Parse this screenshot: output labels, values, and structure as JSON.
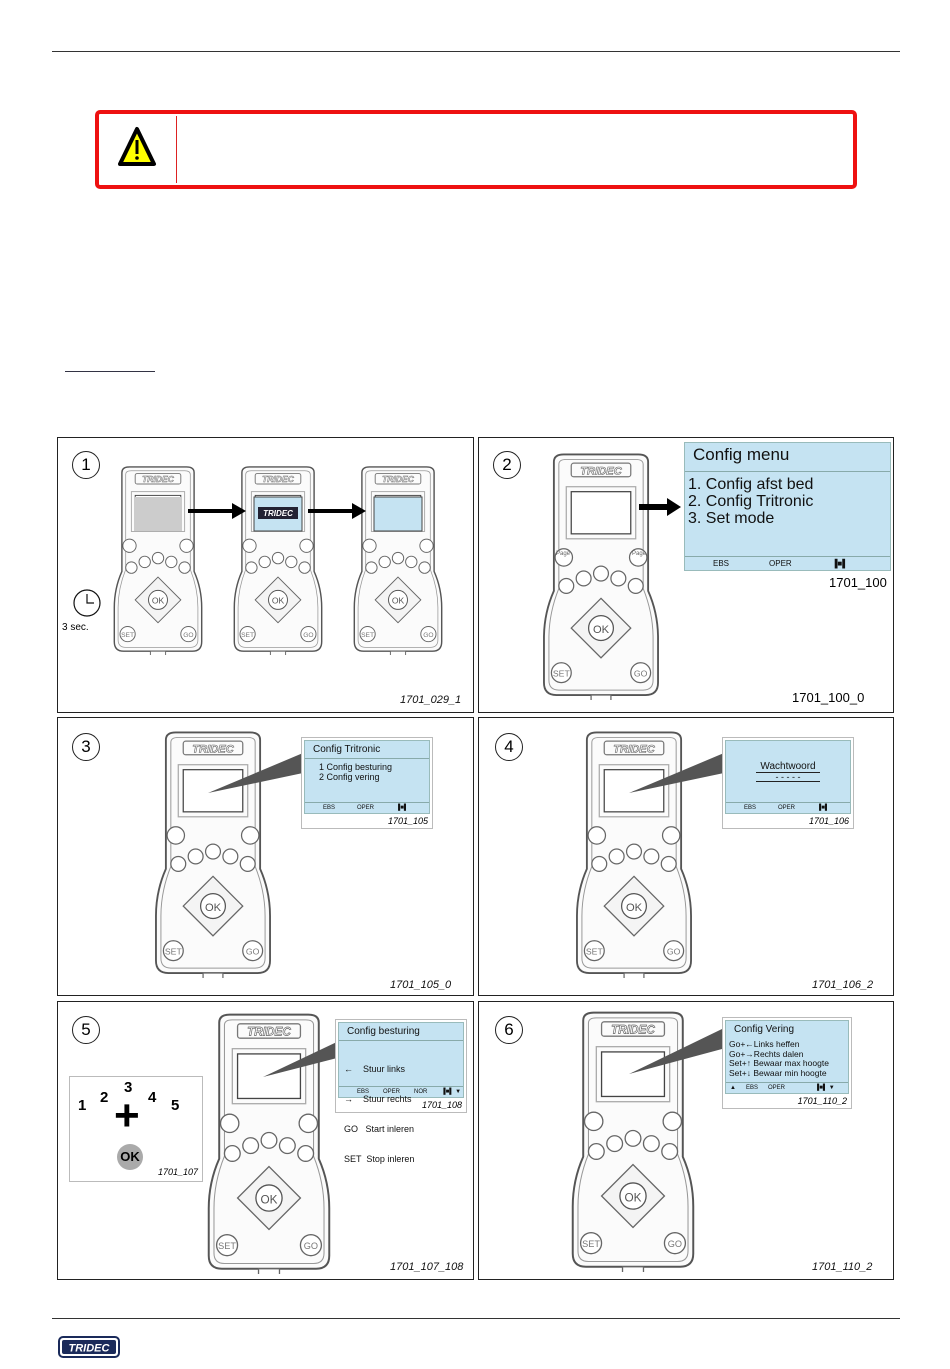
{
  "colors": {
    "warning_border": "#ee1111",
    "lcd_bg": "#c5e3f2"
  },
  "footer": {
    "logo": "TRIDEC"
  },
  "panels": [
    {
      "number": "1",
      "timer_label": "3 sec.",
      "caption": "1701_029_1"
    },
    {
      "number": "2",
      "screen": {
        "title": "Config menu",
        "items": [
          "1. Config afst bed",
          "2. Config Tritronic",
          "3.  Set mode"
        ],
        "status": [
          "EBS",
          "OPER"
        ]
      },
      "screen_label": "1701_100",
      "caption": "1701_100_0"
    },
    {
      "number": "3",
      "screen": {
        "title": "Config Tritronic",
        "items": [
          "1  Config besturing",
          "2  Config vering"
        ],
        "status": [
          "EBS",
          "OPER"
        ]
      },
      "screen_label": "1701_105",
      "caption": "1701_105_0"
    },
    {
      "number": "4",
      "screen": {
        "title": "Wachtwoord",
        "items": [
          "- - - - -"
        ],
        "status": [
          "EBS",
          "OPER"
        ]
      },
      "screen_label": "1701_106",
      "caption": "1701_106_2"
    },
    {
      "number": "5",
      "screen": {
        "title": "Config besturing",
        "items": [
          "←    Stuur links",
          "→    Stuur rechts",
          "GO   Start inleren",
          "SET  Stop inleren"
        ],
        "status": [
          "EBS",
          "OPER",
          "NOR"
        ]
      },
      "screen_label": "1701_108",
      "inset": {
        "keys": [
          "1",
          "2",
          "3",
          "4",
          "5"
        ],
        "plus": "+",
        "ok": "OK",
        "label": "1701_107"
      },
      "caption": "1701_107_108"
    },
    {
      "number": "6",
      "screen": {
        "title": "Config Vering",
        "items": [
          "Go+←Links heffen",
          "Go+→Rechts dalen",
          "Set+↑ Bewaar max hoogte",
          "Set+↓ Bewaar min hoogte"
        ],
        "status": [
          "EBS",
          "OPER"
        ]
      },
      "screen_label": "1701_110_2",
      "caption": "1701_110_2"
    }
  ],
  "remote": {
    "brand": "TRIDEC",
    "page": "Page",
    "ok": "OK",
    "set": "SET",
    "go": "GO"
  }
}
